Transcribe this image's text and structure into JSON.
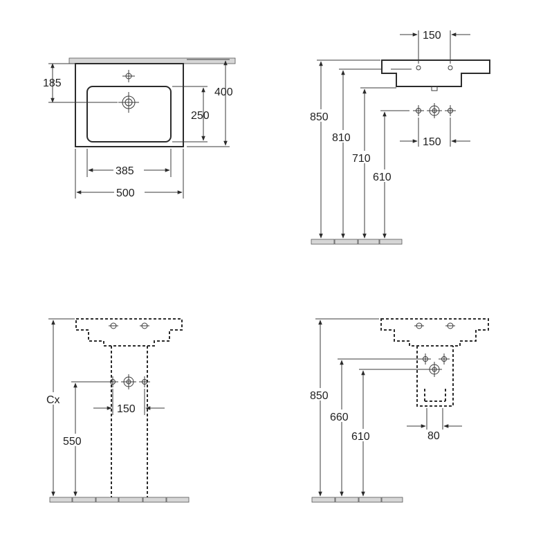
{
  "views": {
    "top": {
      "depth_overall": "185",
      "depth_total": "400",
      "bowl_depth": "250",
      "bowl_width": "385",
      "width_total": "500"
    },
    "side": {
      "tap_spacing_top": "150",
      "height_rim": "850",
      "height_810": "810",
      "height_710": "710",
      "height_610": "610",
      "tap_spacing_wall": "150"
    },
    "pedestal": {
      "height_variable": "Cx",
      "height_550": "550",
      "tap_spacing": "150"
    },
    "semi_pedestal": {
      "height_rim": "850",
      "height_660": "660",
      "height_610": "610",
      "width_80": "80"
    }
  }
}
